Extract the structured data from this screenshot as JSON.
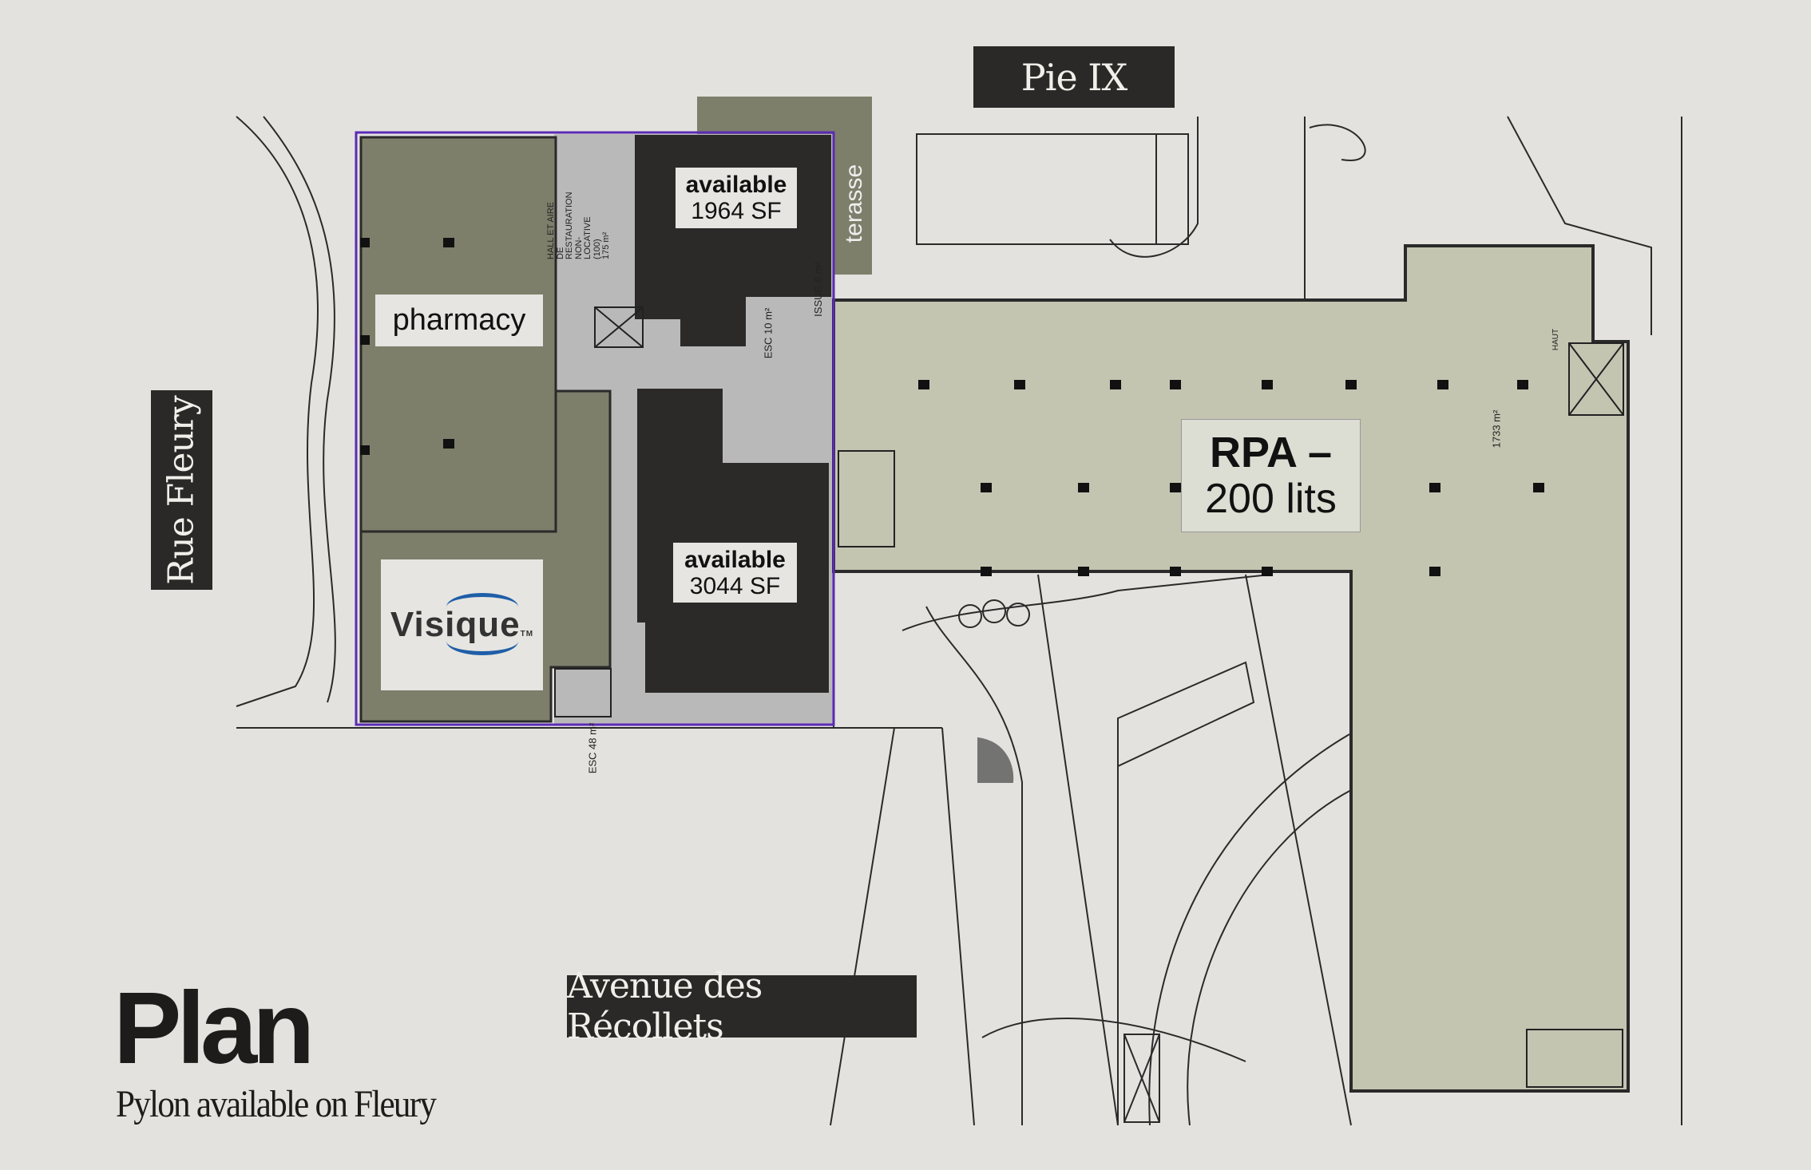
{
  "streets": {
    "north": "Pie IX",
    "west": "Rue Fleury",
    "south": "Avenue des Récollets"
  },
  "units": {
    "terrace": "terasse",
    "pharmacy": "pharmacy",
    "visique": {
      "logo_text": "Visique",
      "tm": "TM"
    },
    "available_1": {
      "status": "available",
      "area": "1964 SF"
    },
    "available_2": {
      "status": "available",
      "area": "3044 SF"
    },
    "rpa": {
      "line1": "RPA –",
      "line2": "200 lits"
    }
  },
  "plan_labels": {
    "hall": [
      "HALL ET AIRE DE",
      "RESTAURATION",
      "NON-LOCATIVE",
      "(100)",
      "175 m²"
    ],
    "issue": "ISSUE 6 m²",
    "esc_upper": "ESC 10 m²",
    "esc_lower": "ESC 48 m²",
    "rpa_area": "1733 m²",
    "haut": "HAUT"
  },
  "footer": {
    "title": "Plan",
    "subtitle": "Pylon available on Fleury"
  },
  "colors": {
    "retail_green": "#7d7f6b",
    "rpa_green": "#c3c5b1",
    "available_dark": "#2c2a29",
    "common_gray": "#b9b9b9",
    "outline_purple": "#5b2bb5"
  }
}
